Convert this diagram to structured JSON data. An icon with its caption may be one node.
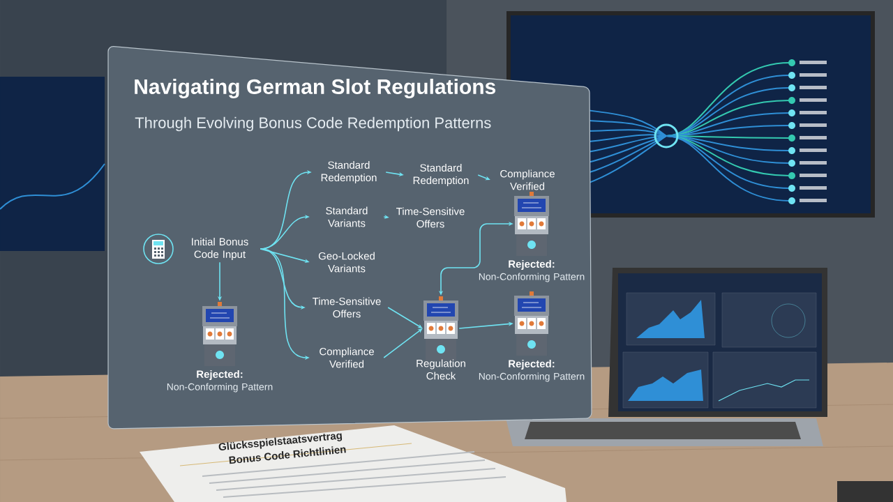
{
  "diagram": {
    "title": "Navigating German Slot Regulations",
    "nodes": [
      {
        "text": [
          "Initial Bonus Code Input"
        ]
      },
      {
        "text": [
          "Rejected:",
          "Non-Conforming Pattern"
        ]
      },
      {
        "text": [
          "Standard Redemption"
        ]
      },
      {
        "text": [
          "Standard Variants"
        ]
      },
      {
        "text": [
          "Geo-Locked Variants"
        ]
      },
      {
        "text": [
          "Time-Sensitive Offers"
        ]
      },
      {
        "text": [
          "Compliance Verified"
        ]
      },
      {
        "text": [
          "Standard Redemption"
        ]
      },
      {
        "text": [
          "Time-Sensitive Offers"
        ]
      },
      {
        "text": [
          "Regulation Check"
        ]
      },
      {
        "text": [
          "Compliance Verified"
        ]
      },
      {
        "text": [
          "Rejected:",
          "Non-Conforming Pattern"
        ]
      },
      {
        "text": [
          "Rejected:",
          "Non-Conforming Pattern"
        ]
      }
    ],
    "edges": [
      {
        "from": 0,
        "to": 1,
        "arrow": "to"
      },
      {
        "from": 0,
        "to": 2,
        "arrow": "to"
      },
      {
        "from": 0,
        "to": 3,
        "arrow": "to"
      },
      {
        "from": 0,
        "to": 4,
        "arrow": "to"
      },
      {
        "from": 0,
        "to": 5,
        "arrow": "to"
      },
      {
        "from": 0,
        "to": 6,
        "arrow": "to"
      },
      {
        "from": 2,
        "to": 7,
        "arrow": "to"
      },
      {
        "from": 3,
        "to": 8,
        "arrow": "to"
      },
      {
        "from": 5,
        "to": 9,
        "arrow": "to"
      },
      {
        "from": 6,
        "to": 9,
        "arrow": "to"
      },
      {
        "from": 7,
        "to": 10,
        "arrow": "to"
      },
      {
        "from": 9,
        "to": 11,
        "arrow": "both"
      },
      {
        "from": 9,
        "to": 12,
        "arrow": "to"
      }
    ],
    "labels": [
      "Through Evolving Bonus Code Redemption Patterns",
      "Glücksspielstaatsvertrag",
      "Bonus Code Richtlinien"
    ]
  }
}
